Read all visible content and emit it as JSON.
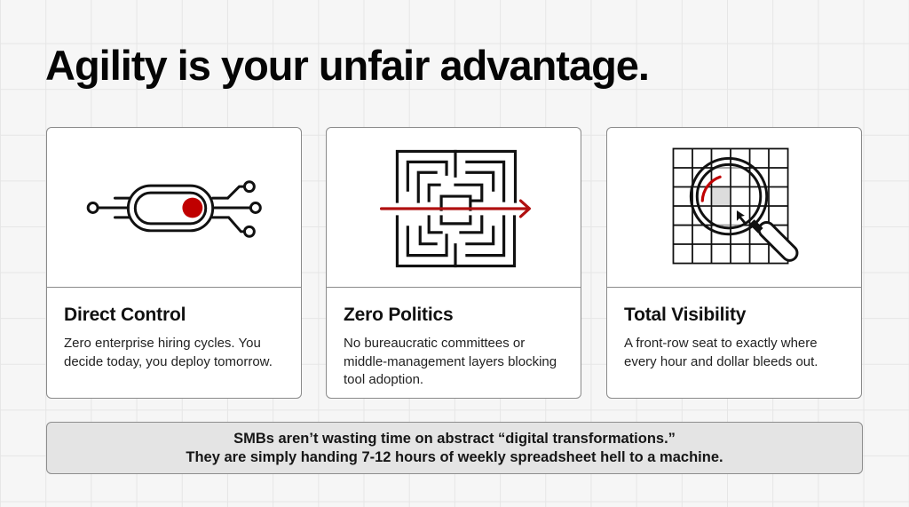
{
  "title": "Agility is your unfair advantage.",
  "colors": {
    "accent": "#c00000",
    "stroke": "#111111",
    "background": "#f6f6f6",
    "banner_bg": "#e4e4e4"
  },
  "cards": [
    {
      "icon": "toggle-switch-circuit-icon",
      "heading": "Direct Control",
      "body": "Zero enterprise hiring cycles. You decide today, you deploy tomorrow."
    },
    {
      "icon": "maze-arrow-icon",
      "heading": "Zero Politics",
      "body": "No bureaucratic committees or middle-management layers blocking tool adoption."
    },
    {
      "icon": "magnifier-grid-icon",
      "heading": "Total Visibility",
      "body": "A front-row seat to exactly where every hour and dollar bleeds out."
    }
  ],
  "banner": {
    "line1": "SMBs aren’t wasting time on abstract “digital transformations.”",
    "line2": "They are simply handing 7-12 hours of weekly spreadsheet hell to a machine."
  }
}
